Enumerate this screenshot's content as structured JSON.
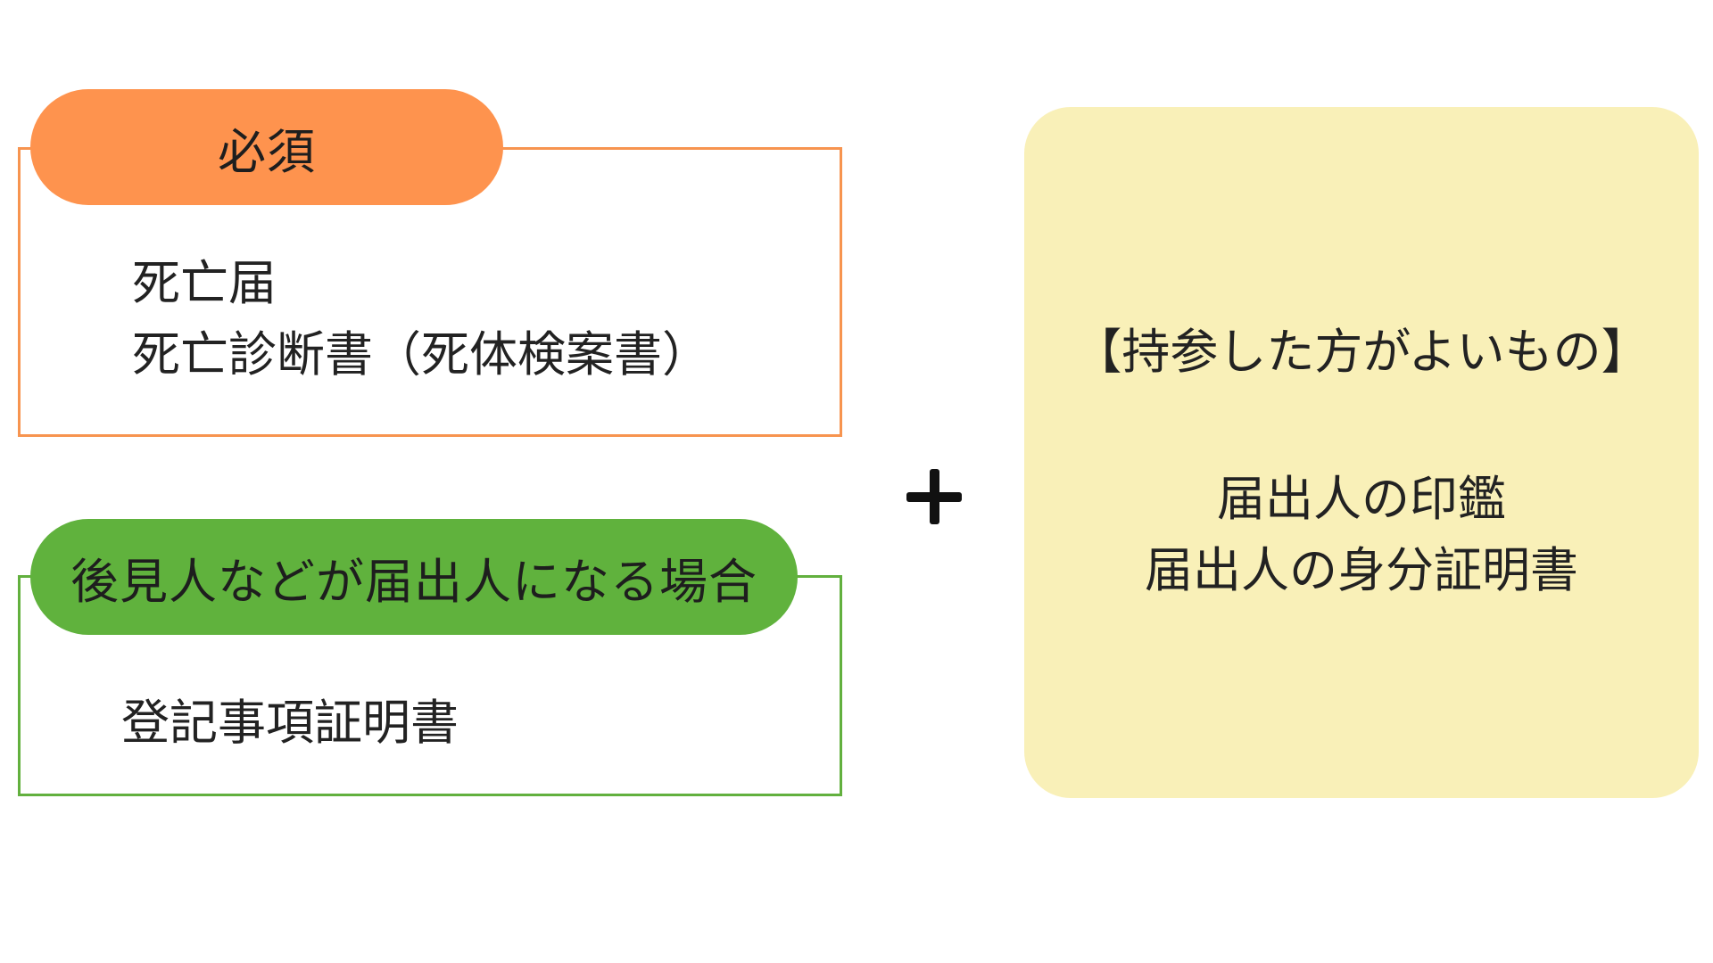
{
  "required": {
    "label": "必須",
    "items": [
      "死亡届",
      "死亡診断書（死体検案書）"
    ],
    "accent_color": "#fe934e"
  },
  "guardian": {
    "label": "後見人などが届出人になる場合",
    "items": [
      "登記事項証明書"
    ],
    "accent_color": "#60b23d"
  },
  "connector": {
    "icon": "plus-icon"
  },
  "recommended": {
    "title": "【持参した方がよいもの】",
    "items": [
      "届出人の印鑑",
      "届出人の身分証明書"
    ],
    "background_color": "#f9f0b8"
  }
}
